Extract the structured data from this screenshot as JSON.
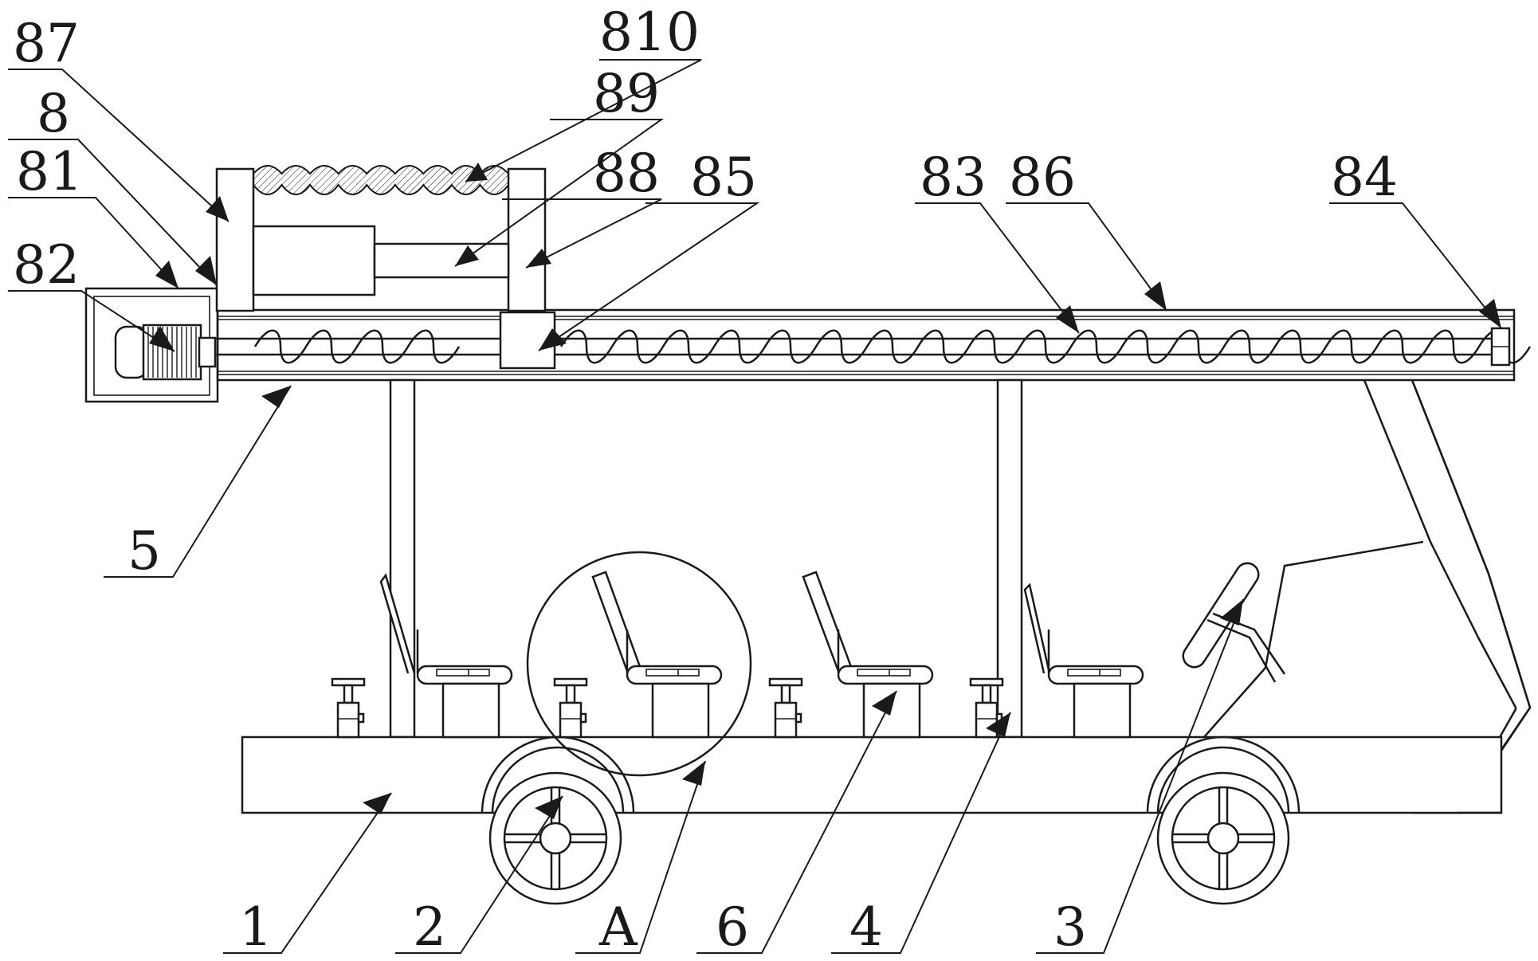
{
  "labels": {
    "l87": "87",
    "l810": "810",
    "l89": "89",
    "l8": "8",
    "l81": "81",
    "l88": "88",
    "l85": "85",
    "l83": "83",
    "l86": "86",
    "l84": "84",
    "l82": "82",
    "l5": "5",
    "l1": "1",
    "l2": "2",
    "lA": "A",
    "l6": "6",
    "l4": "4",
    "l3": "3"
  }
}
